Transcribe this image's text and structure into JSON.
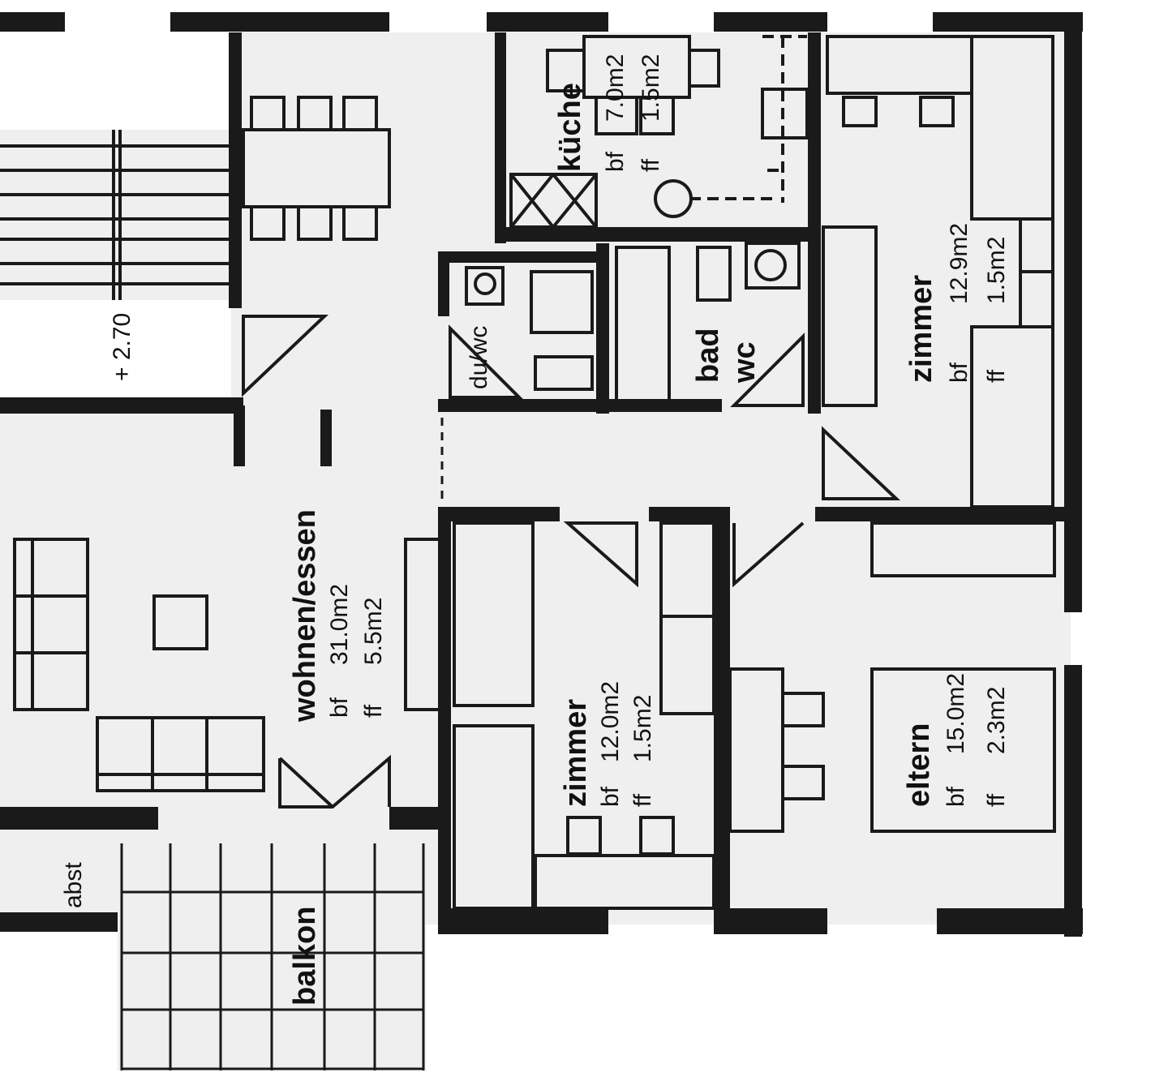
{
  "level": "+ 2.70",
  "rooms": {
    "wohnen": {
      "name": "wohnen/essen",
      "bf": "bf",
      "bf_area": "31.0m2",
      "ff": "ff",
      "ff_area": "5.5m2"
    },
    "kueche": {
      "name": "küche",
      "bf": "bf",
      "bf_area": "7.0m2",
      "ff": "ff",
      "ff_area": "1.5m2"
    },
    "du_wc": {
      "name": "du/wc"
    },
    "bad": {
      "name": "bad",
      "wc": "wc"
    },
    "zimmer_ne": {
      "name": "zimmer",
      "bf": "bf",
      "bf_area": "12.9m2",
      "ff": "ff",
      "ff_area": "1.5m2"
    },
    "zimmer_s": {
      "name": "zimmer",
      "bf": "bf",
      "bf_area": "12.0m2",
      "ff": "ff",
      "ff_area": "1.5m2"
    },
    "eltern": {
      "name": "eltern",
      "bf": "bf",
      "bf_area": "15.0m2",
      "ff": "ff",
      "ff_area": "2.3m2"
    },
    "abst": {
      "name": "abst"
    },
    "balkon": {
      "name": "balkon"
    }
  }
}
